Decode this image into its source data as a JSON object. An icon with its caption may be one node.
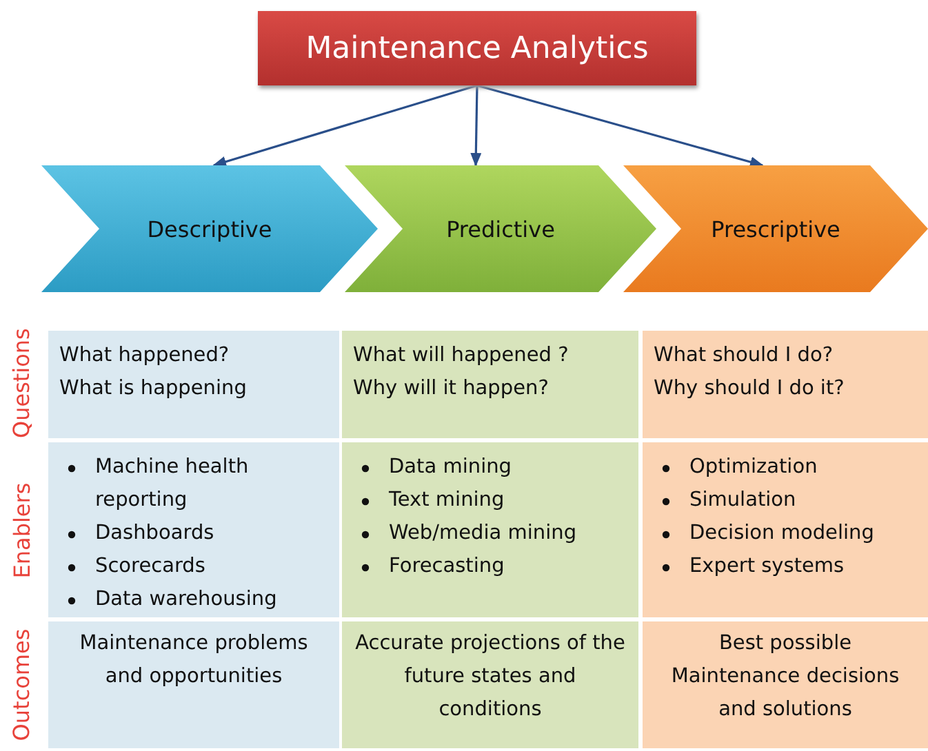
{
  "diagram": {
    "nodes": [
      {
        "text": [
          "Maintenance Analytics"
        ]
      },
      {
        "text": [
          "Descriptive"
        ]
      },
      {
        "text": [
          "Predictive"
        ]
      },
      {
        "text": [
          "Prescriptive"
        ]
      }
    ],
    "edges": [
      {
        "from": 0,
        "to": 1,
        "arrow": "to"
      },
      {
        "from": 0,
        "to": 2,
        "arrow": "to"
      },
      {
        "from": 0,
        "to": 3,
        "arrow": "to"
      }
    ],
    "labels": [
      "Questions",
      "What happened?",
      "What is happening",
      "What will happened ?",
      "Why will it happen?",
      "What should I do?",
      "Why should I do it?",
      "Enablers",
      "Machine health reporting",
      "Dashboards",
      "Scorecards",
      "Data warehousing",
      "Data mining",
      "Text mining",
      "Web/media mining",
      "Forecasting",
      "Optimization",
      "Simulation",
      "Decision modeling",
      "Expert systems",
      "Outcomes",
      "Maintenance problems and opportunities",
      "Accurate projections of the future states and conditions",
      "Best possible Maintenance decisions and solutions"
    ]
  }
}
